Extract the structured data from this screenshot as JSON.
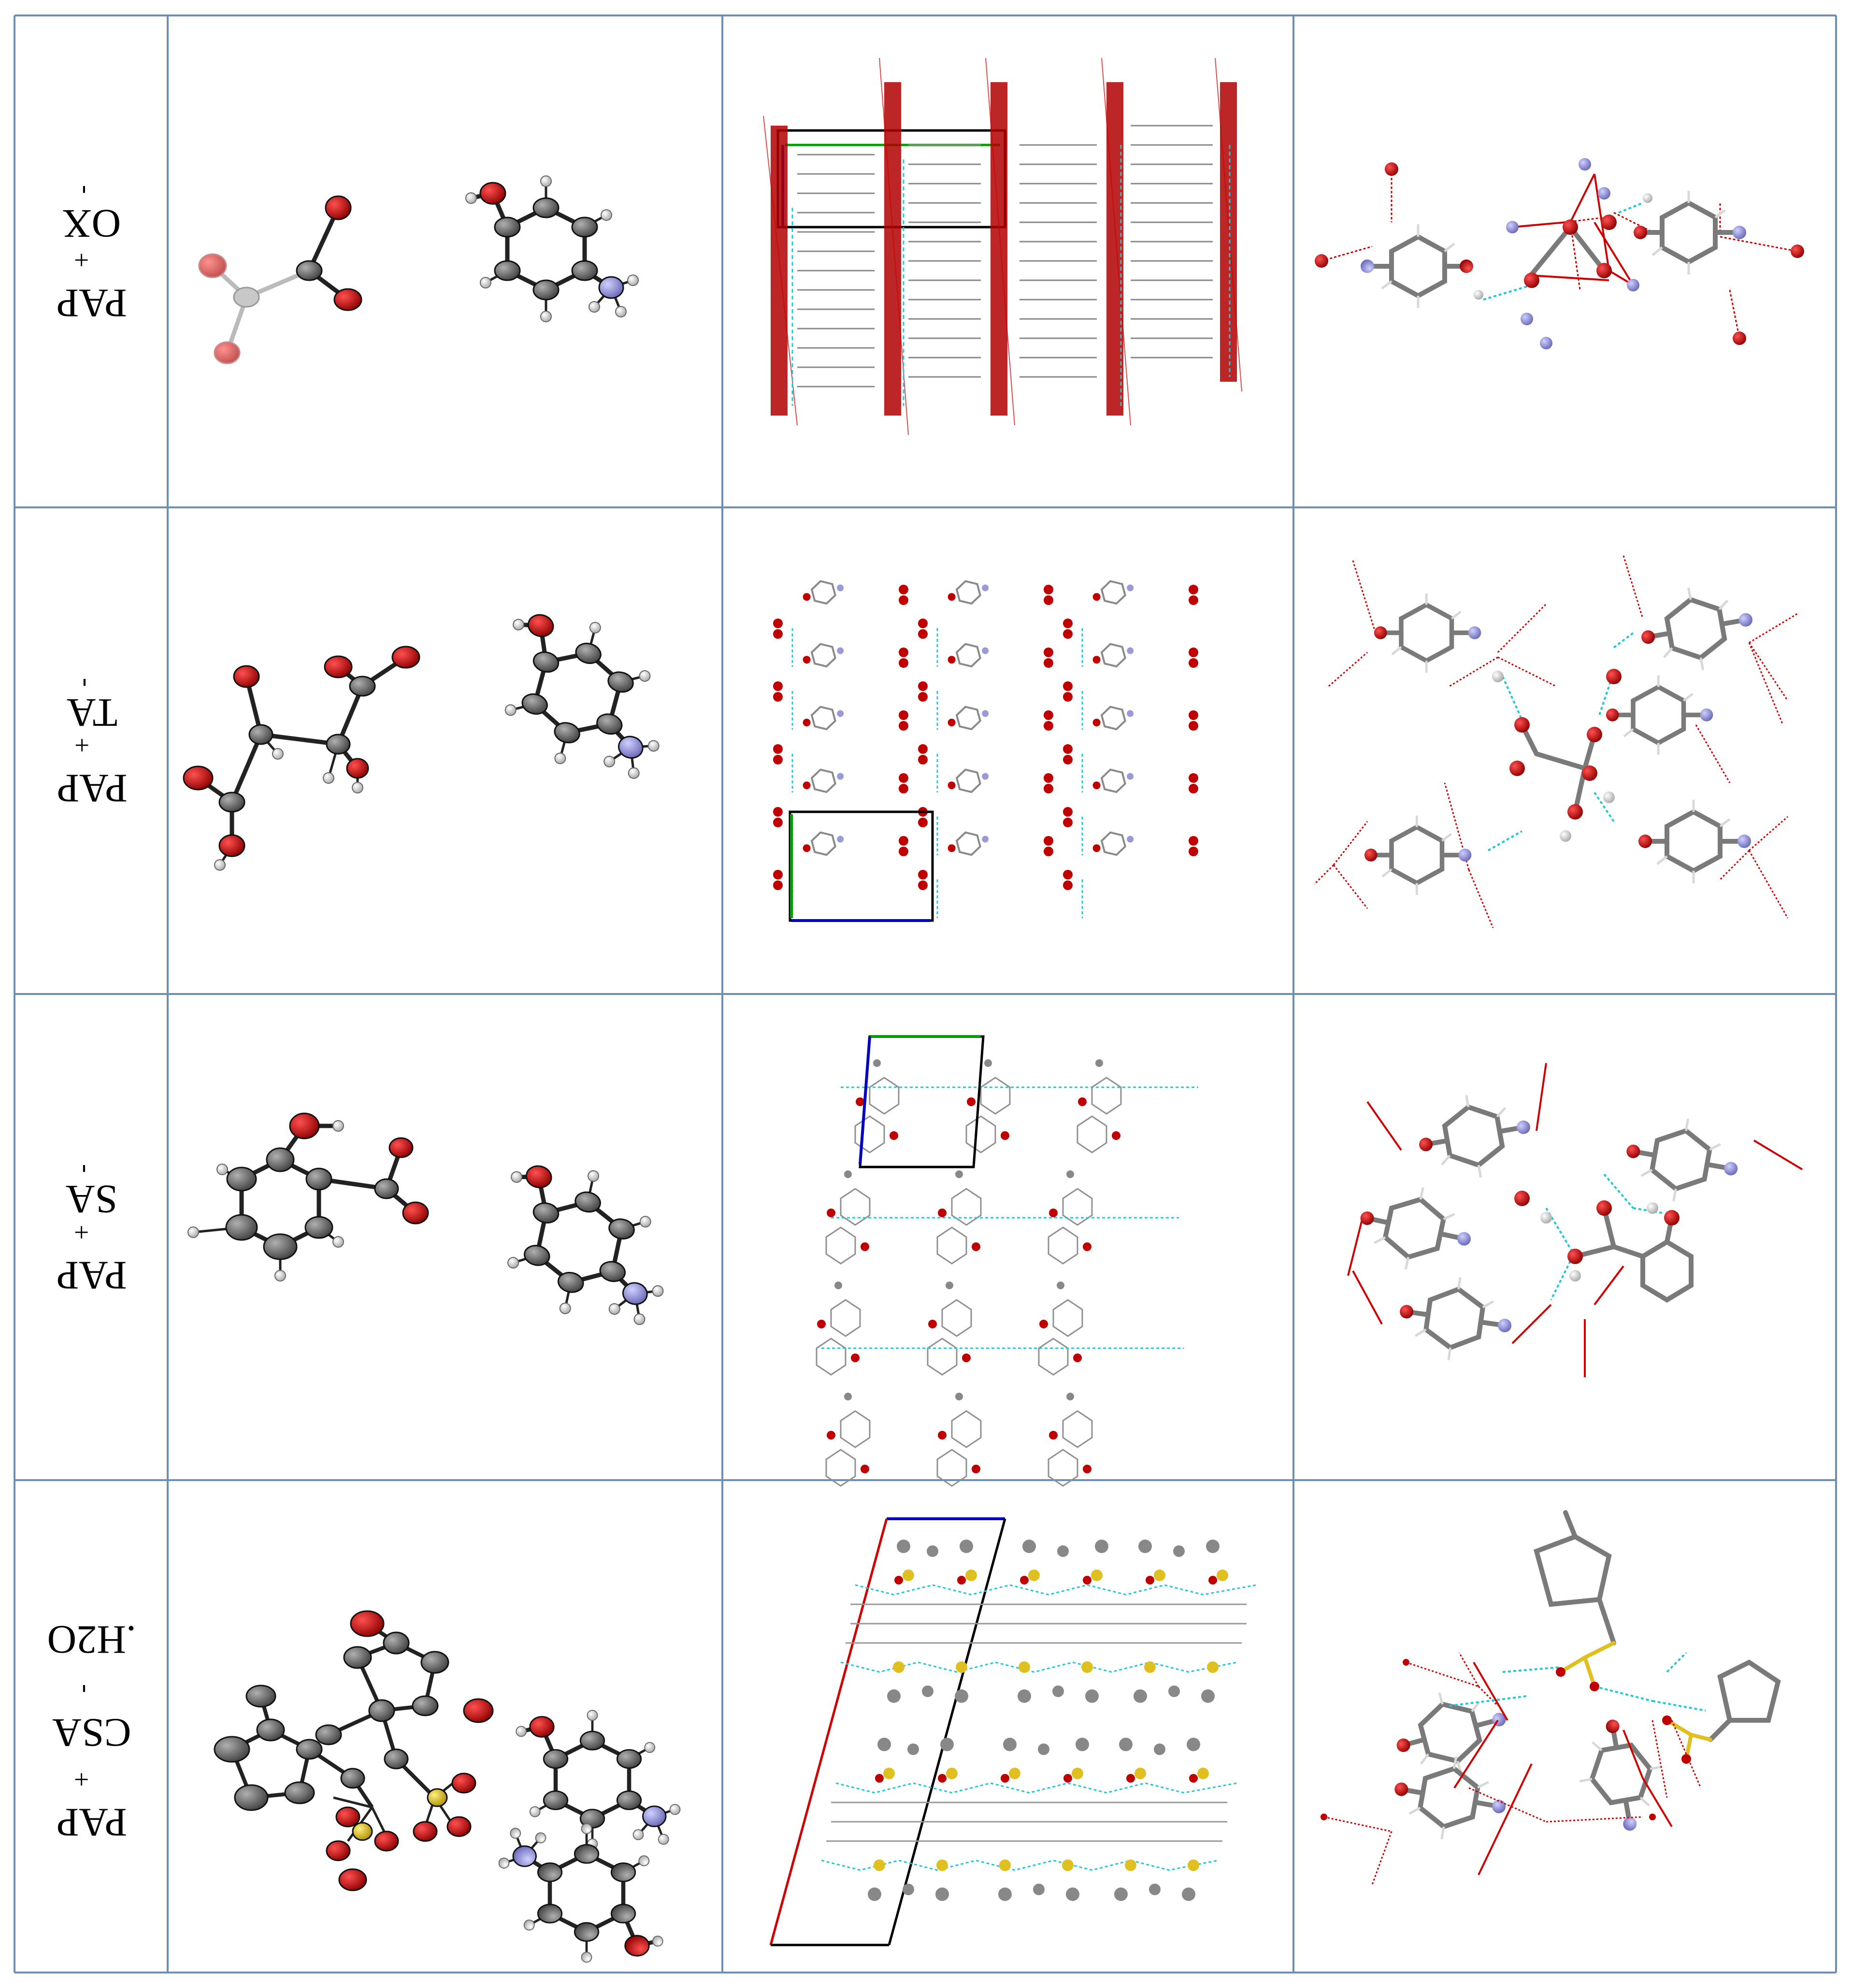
{
  "rows": [
    {
      "label_base": "PAP",
      "label_sup1": "+",
      "label_mid": "OX",
      "label_sup2": "-",
      "label_tail": ""
    },
    {
      "label_base": "PAP",
      "label_sup1": "+",
      "label_mid": "TA",
      "label_sup2": "-",
      "label_tail": ""
    },
    {
      "label_base": "PAP",
      "label_sup1": "+",
      "label_mid": "SA",
      "label_sup2": "-",
      "label_tail": ""
    },
    {
      "label_base": "PAP",
      "label_sup1": "+",
      "label_mid": "CSA",
      "label_sup2": "-",
      "label_tail": " .H2O"
    }
  ],
  "colors": {
    "grid_line": "#6f8fb0",
    "carbon": "#6e6e6e",
    "oxygen": "#c00000",
    "nitrogen": "#9a9ad8",
    "hydrogen": "#e8e8e8",
    "sulfur": "#e0c020",
    "hbond": "#20c8d8",
    "cell_blue": "#0000c0",
    "cell_green": "#00a000",
    "cell_red": "#d00000",
    "cell_black": "#000000"
  }
}
